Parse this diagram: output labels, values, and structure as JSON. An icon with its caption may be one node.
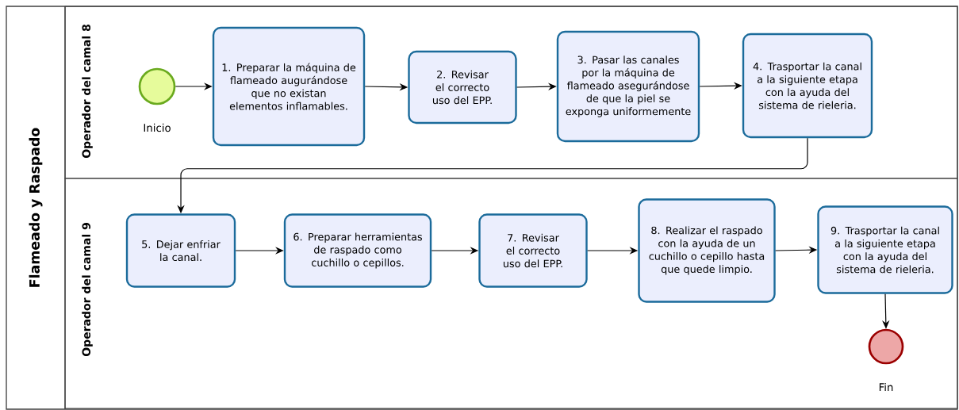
{
  "diagram": {
    "nodes": [
      {
        "text": [
          "Flameado y Raspado"
        ]
      },
      {
        "text": [
          "Operador del camal 8"
        ],
        "in": 0
      },
      {
        "text": [
          "Operador del camal 9"
        ],
        "in": 0
      },
      {
        "text": [],
        "shape": "circle",
        "beside": [
          "Inicio"
        ],
        "in": 1
      },
      {
        "text": [
          "1. Preparar la máquina de flameado augurándose que no existan elementos inflamables."
        ],
        "in": 1
      },
      {
        "text": [
          "2. Revisar el correcto uso del EPP."
        ],
        "in": 1
      },
      {
        "text": [
          "3. Pasar las canales por la máquina de flameado asegurándose de que la piel se exponga uniformemente"
        ],
        "in": 1
      },
      {
        "text": [
          "4. Trasportar la canal a la siguiente etapa con la ayuda del sistema de rieleria."
        ],
        "in": 1
      },
      {
        "text": [
          "5. Dejar enfriar la canal."
        ],
        "in": 2
      },
      {
        "text": [
          "6. Preparar herramientas de raspado como cuchillo o cepillos."
        ],
        "in": 2
      },
      {
        "text": [
          "7. Revisar el correcto uso del EPP."
        ],
        "in": 2
      },
      {
        "text": [
          "8. Realizar el raspado con la ayuda de un cuchillo o cepillo hasta que quede limpio."
        ],
        "in": 2
      },
      {
        "text": [
          "9. Trasportar la canal a la siguiente etapa con la ayuda del sistema de rieleria."
        ],
        "in": 2
      },
      {
        "text": [],
        "shape": "circle",
        "beside": [
          "Fin"
        ],
        "in": 2
      }
    ],
    "edges": [
      {
        "from": 3,
        "to": 4,
        "arrow": "to"
      },
      {
        "from": 4,
        "to": 5,
        "arrow": "to"
      },
      {
        "from": 5,
        "to": 6,
        "arrow": "to"
      },
      {
        "from": 6,
        "to": 7,
        "arrow": "to"
      },
      {
        "from": 7,
        "to": 8,
        "arrow": "to"
      },
      {
        "from": 8,
        "to": 9,
        "arrow": "to"
      },
      {
        "from": 9,
        "to": 10,
        "arrow": "to"
      },
      {
        "from": 10,
        "to": 11,
        "arrow": "to"
      },
      {
        "from": 11,
        "to": 12,
        "arrow": "to"
      },
      {
        "from": 12,
        "to": 13,
        "arrow": "to"
      }
    ]
  }
}
